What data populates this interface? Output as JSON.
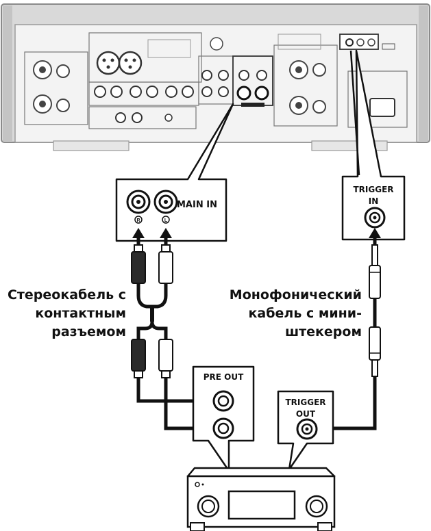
{
  "labels": {
    "main_in": "MAIN IN",
    "trigger_in_line1": "TRIGGER",
    "trigger_in_line2": "IN",
    "pre_out": "PRE OUT",
    "trigger_out_line1": "TRIGGER",
    "trigger_out_line2": "OUT",
    "jack_r": "R",
    "jack_l": "L"
  },
  "cables": {
    "stereo": [
      "Стереокабель с",
      "контактным",
      "разъемом"
    ],
    "mono": [
      "Монофонический",
      "кабель с мини-",
      "штекером"
    ]
  }
}
